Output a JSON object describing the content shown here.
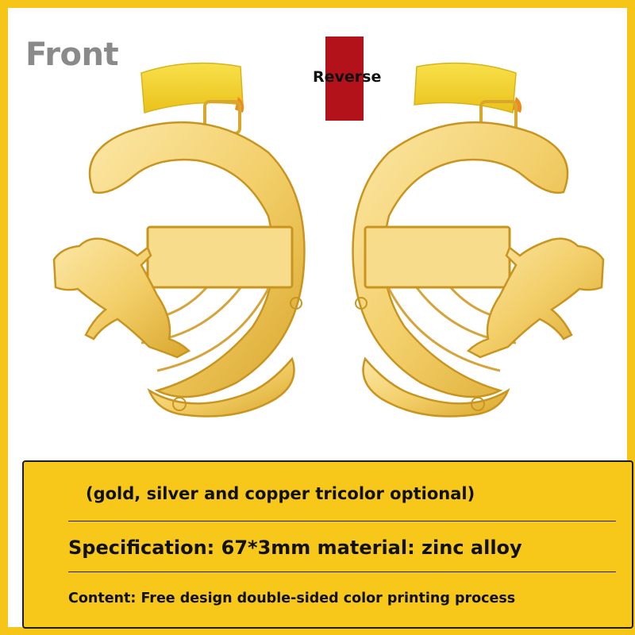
{
  "labels": {
    "front": "Front",
    "reverse": "Reverse"
  },
  "info": {
    "line1": "(gold, silver and copper tricolor optional)",
    "line2": "Specification: 67*3mm material: zinc alloy",
    "line3": "Content: Free design double-sided color printing process"
  },
  "colors": {
    "frame": "#f5c617",
    "panel": "#f7c81a",
    "ribbon": "#f6d727",
    "gold": "#f2d27a",
    "reverse_tag": "#b3121b",
    "front_label": "#8a8a8a"
  },
  "icons": {
    "front_medal": "gold-runner-medal-front",
    "back_medal": "gold-runner-medal-back"
  }
}
